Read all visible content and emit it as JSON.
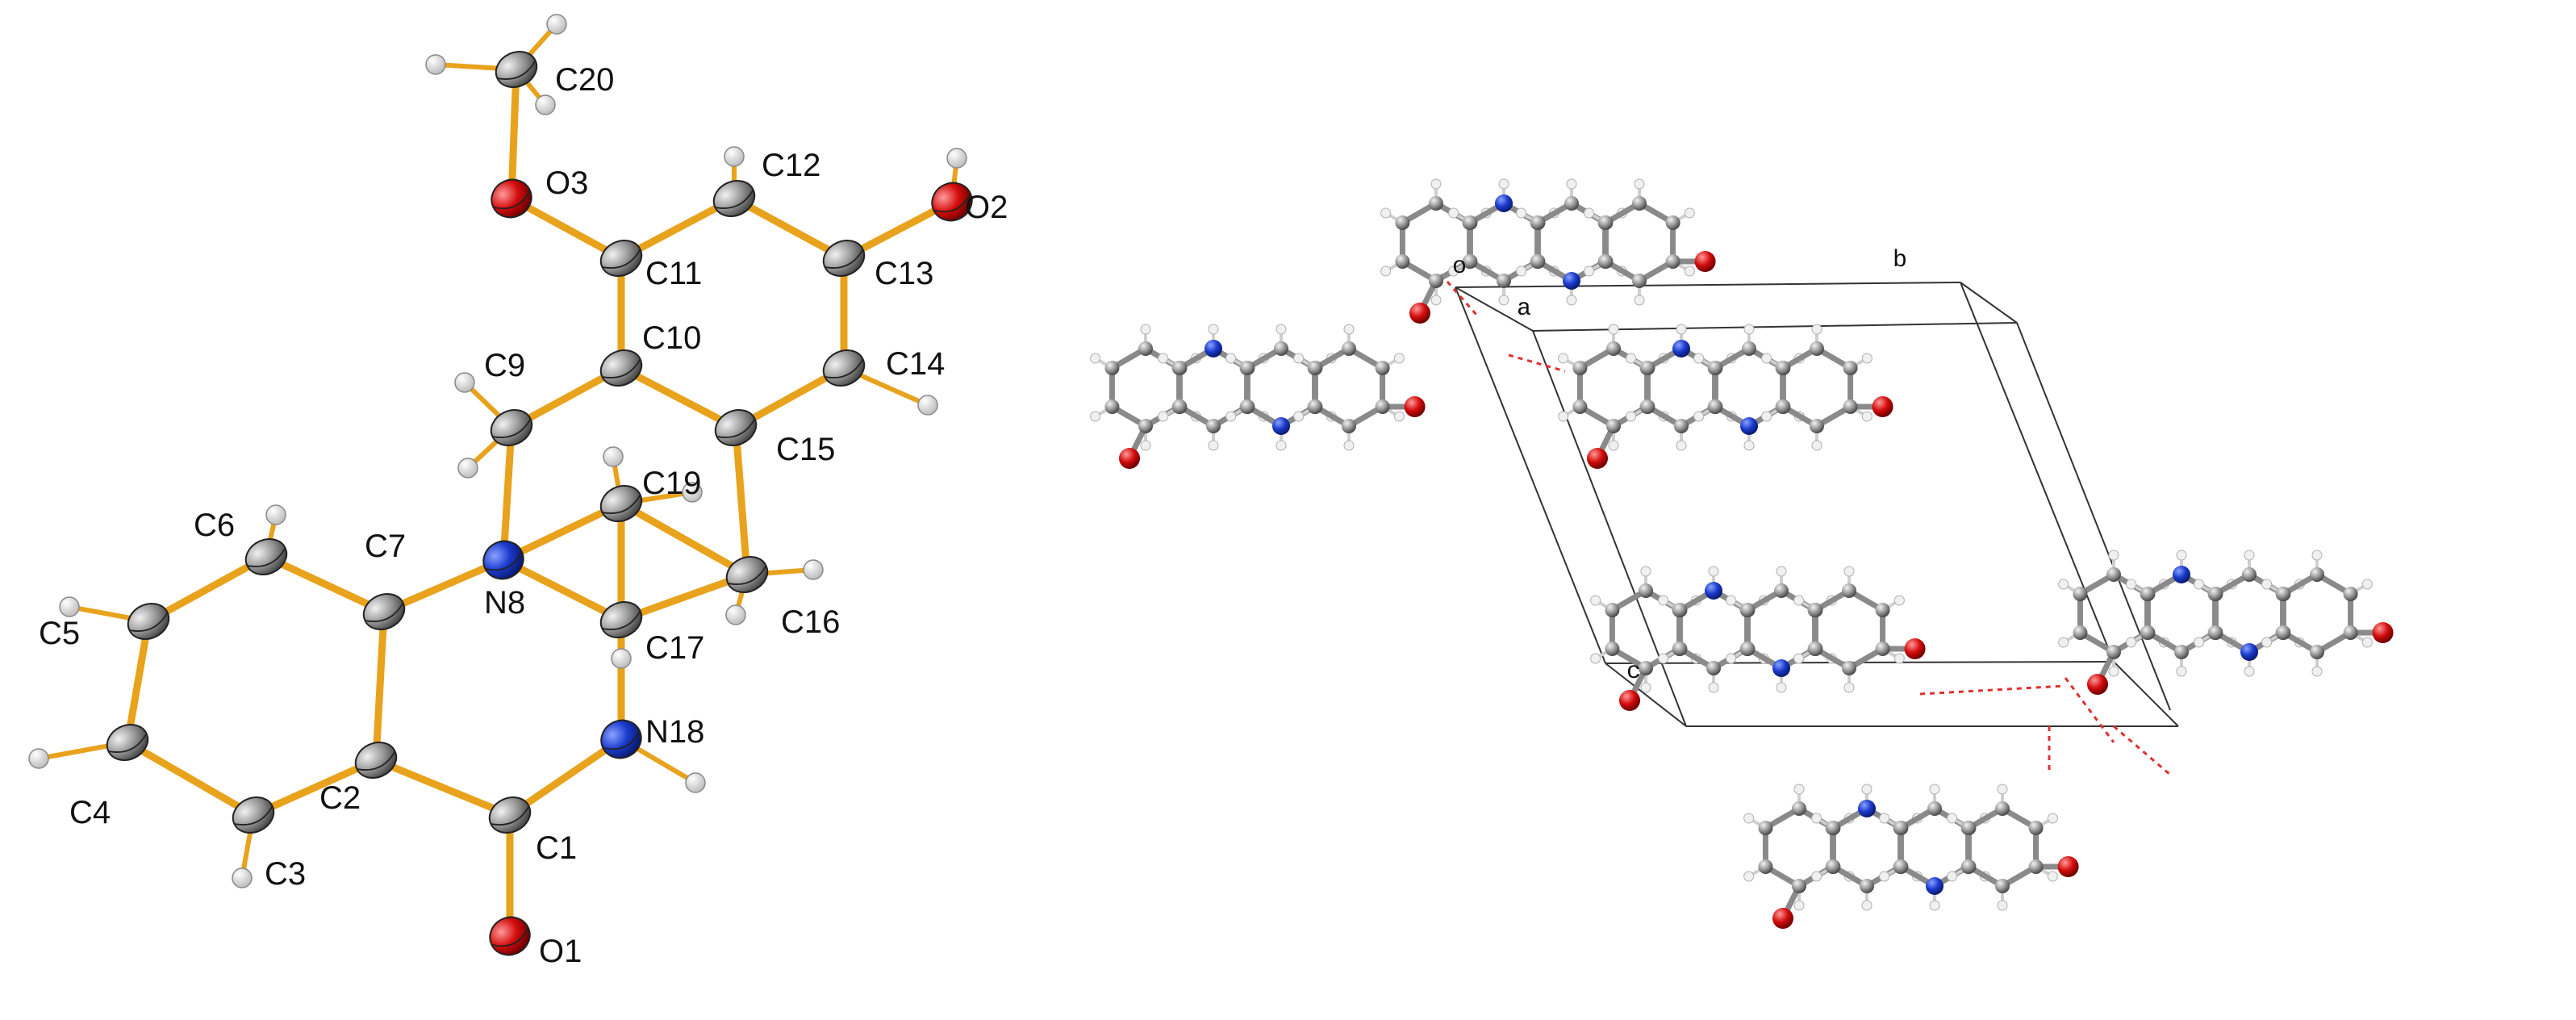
{
  "colors": {
    "bond": "#E8A21C",
    "carbon": "#9a9a9a",
    "carbon_light": "#dcdcdc",
    "nitrogen": "#1a3acc",
    "nitrogen_light": "#5b79ff",
    "oxygen": "#d40c0c",
    "oxygen_light": "#ff6a6a",
    "hydrogen": "#e6e6e6",
    "hbond": "#e03030",
    "cell": "#333333"
  },
  "molecule": {
    "atom_labels": {
      "C1": "C1",
      "C2": "C2",
      "C3": "C3",
      "C4": "C4",
      "C5": "C5",
      "C6": "C6",
      "C7": "C7",
      "N8": "N8",
      "C9": "C9",
      "C10": "C10",
      "C11": "C11",
      "C12": "C12",
      "C13": "C13",
      "C14": "C14",
      "C15": "C15",
      "C16": "C16",
      "C17": "C17",
      "N18": "N18",
      "C19": "C19",
      "C20": "C20",
      "O1": "O1",
      "O2": "O2",
      "O3": "O3"
    }
  },
  "packing": {
    "axis_labels": {
      "o": "o",
      "a": "a",
      "b": "b",
      "c": "c"
    }
  }
}
